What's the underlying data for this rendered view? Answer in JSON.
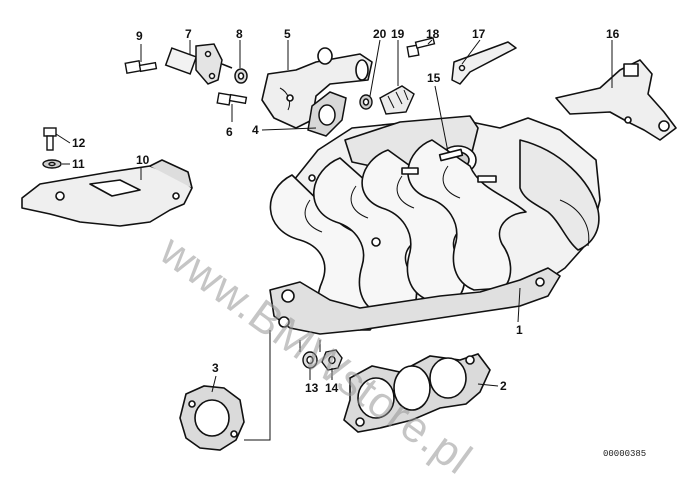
{
  "parts": [
    {
      "ref": "1"
    },
    {
      "ref": "2"
    },
    {
      "ref": "3"
    },
    {
      "ref": "4"
    },
    {
      "ref": "5"
    },
    {
      "ref": "6"
    },
    {
      "ref": "7"
    },
    {
      "ref": "8"
    },
    {
      "ref": "9"
    },
    {
      "ref": "10"
    },
    {
      "ref": "11"
    },
    {
      "ref": "12"
    },
    {
      "ref": "13"
    },
    {
      "ref": "14"
    },
    {
      "ref": "15"
    },
    {
      "ref": "16"
    },
    {
      "ref": "17"
    },
    {
      "ref": "18"
    },
    {
      "ref": "19"
    },
    {
      "ref": "20"
    }
  ],
  "watermark": "www.BMWstore.pl",
  "doc_number": "00000385",
  "colors": {
    "ink": "#111111",
    "watermark": "#969696",
    "background": "#ffffff"
  }
}
